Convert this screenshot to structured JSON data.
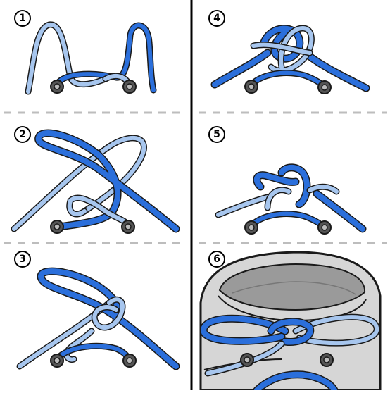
{
  "steps": [
    {
      "label": "1"
    },
    {
      "label": "2"
    },
    {
      "label": "3"
    },
    {
      "label": "4"
    },
    {
      "label": "5"
    },
    {
      "label": "6"
    }
  ],
  "colors": {
    "lace_dark": "#2b6fdb",
    "lace_light": "#a7c6ee",
    "outline": "#1a1a1a",
    "eyelet": "#6f6f6f",
    "shoe_body": "#d6d6d6",
    "shoe_shadow": "#9a9a9a",
    "divider": "#000000",
    "dash": "#bdbdbd"
  }
}
